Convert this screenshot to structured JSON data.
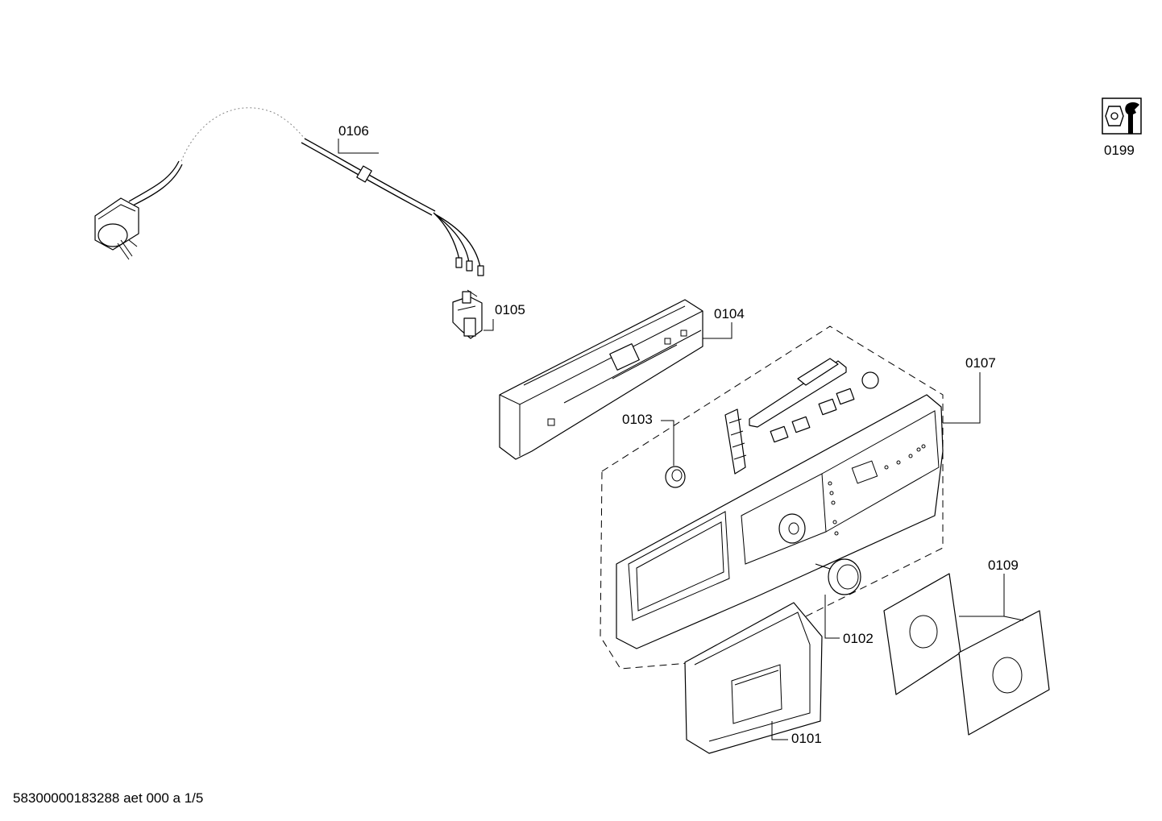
{
  "callouts": [
    {
      "id": "0106",
      "label": "0106"
    },
    {
      "id": "0105",
      "label": "0105"
    },
    {
      "id": "0104",
      "label": "0104"
    },
    {
      "id": "0103",
      "label": "0103"
    },
    {
      "id": "0107",
      "label": "0107"
    },
    {
      "id": "0109",
      "label": "0109"
    },
    {
      "id": "0102",
      "label": "0102"
    },
    {
      "id": "0101",
      "label": "0101"
    },
    {
      "id": "0199",
      "label": "0199"
    }
  ],
  "footer": {
    "text": "58300000183288 aet 000 a 1/5"
  },
  "icons": [
    "service-tool-icon"
  ]
}
